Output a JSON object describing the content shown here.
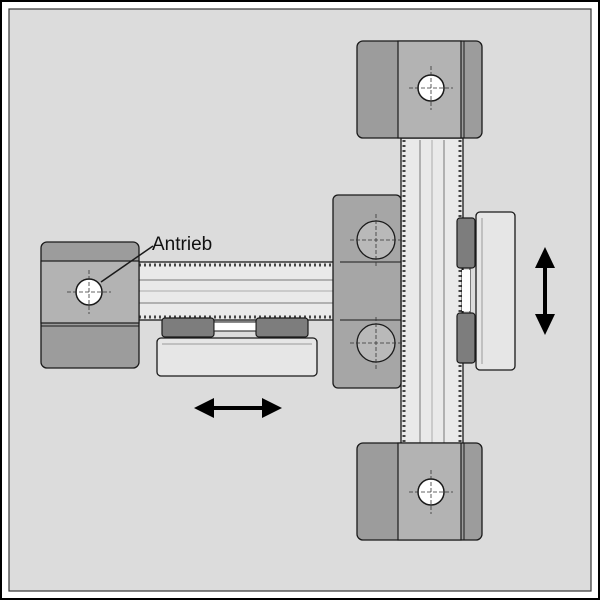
{
  "diagram": {
    "labels": {
      "drive": "Antrieb"
    },
    "components": {
      "horizontal_axis": "horizontal-linear-axis",
      "vertical_axis": "vertical-linear-axis",
      "drive_pulley": "drive-pulley",
      "cross_connector": "cross-connector-plate",
      "horizontal_carriage": "horizontal-carriage",
      "vertical_carriage": "vertical-carriage"
    },
    "motion": {
      "horizontal": "double-arrow-horizontal-icon",
      "vertical": "double-arrow-vertical-icon"
    },
    "colors": {
      "background": "#ffffff",
      "panel": "#dcdcdc",
      "block": "#9c9c9c",
      "block_light": "#b6b6b6",
      "rail": "#e9e9e9",
      "belt_dots": "#555555",
      "outline": "#1a1a1a",
      "arrow": "#000000"
    }
  }
}
